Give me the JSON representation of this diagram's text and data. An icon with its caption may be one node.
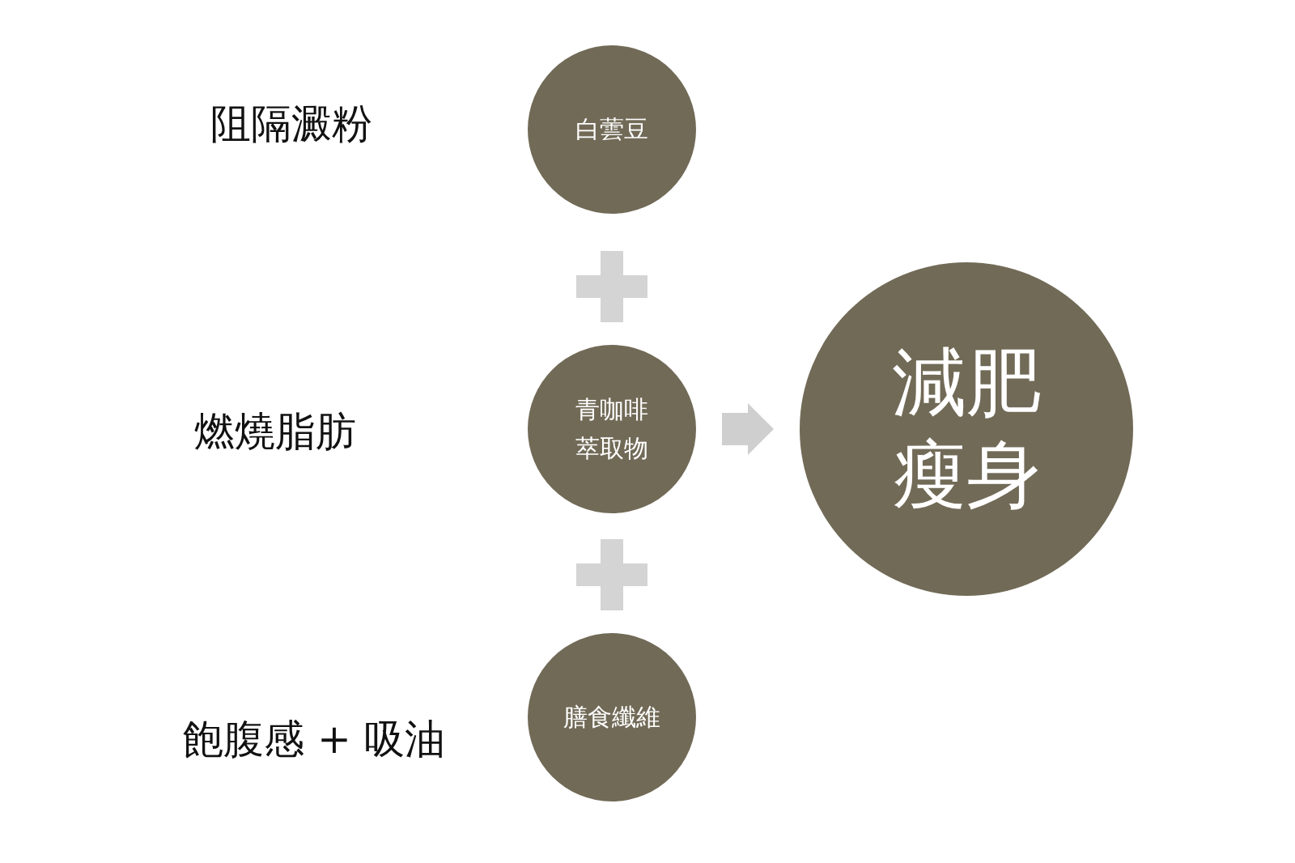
{
  "diagram": {
    "nodes": [
      {
        "text": [
          "白蕓豆"
        ]
      },
      {
        "text": [
          "青咖啡萃取物"
        ]
      },
      {
        "text": [
          "膳食纖維"
        ]
      },
      {
        "text": [
          "減肥瘦身"
        ]
      }
    ],
    "edges": [
      {
        "from": 1,
        "to": 3,
        "arrow": "to"
      }
    ],
    "labels": [
      "阻隔澱粉",
      "燃燒脂肪",
      "飽腹感 + 吸油"
    ]
  }
}
